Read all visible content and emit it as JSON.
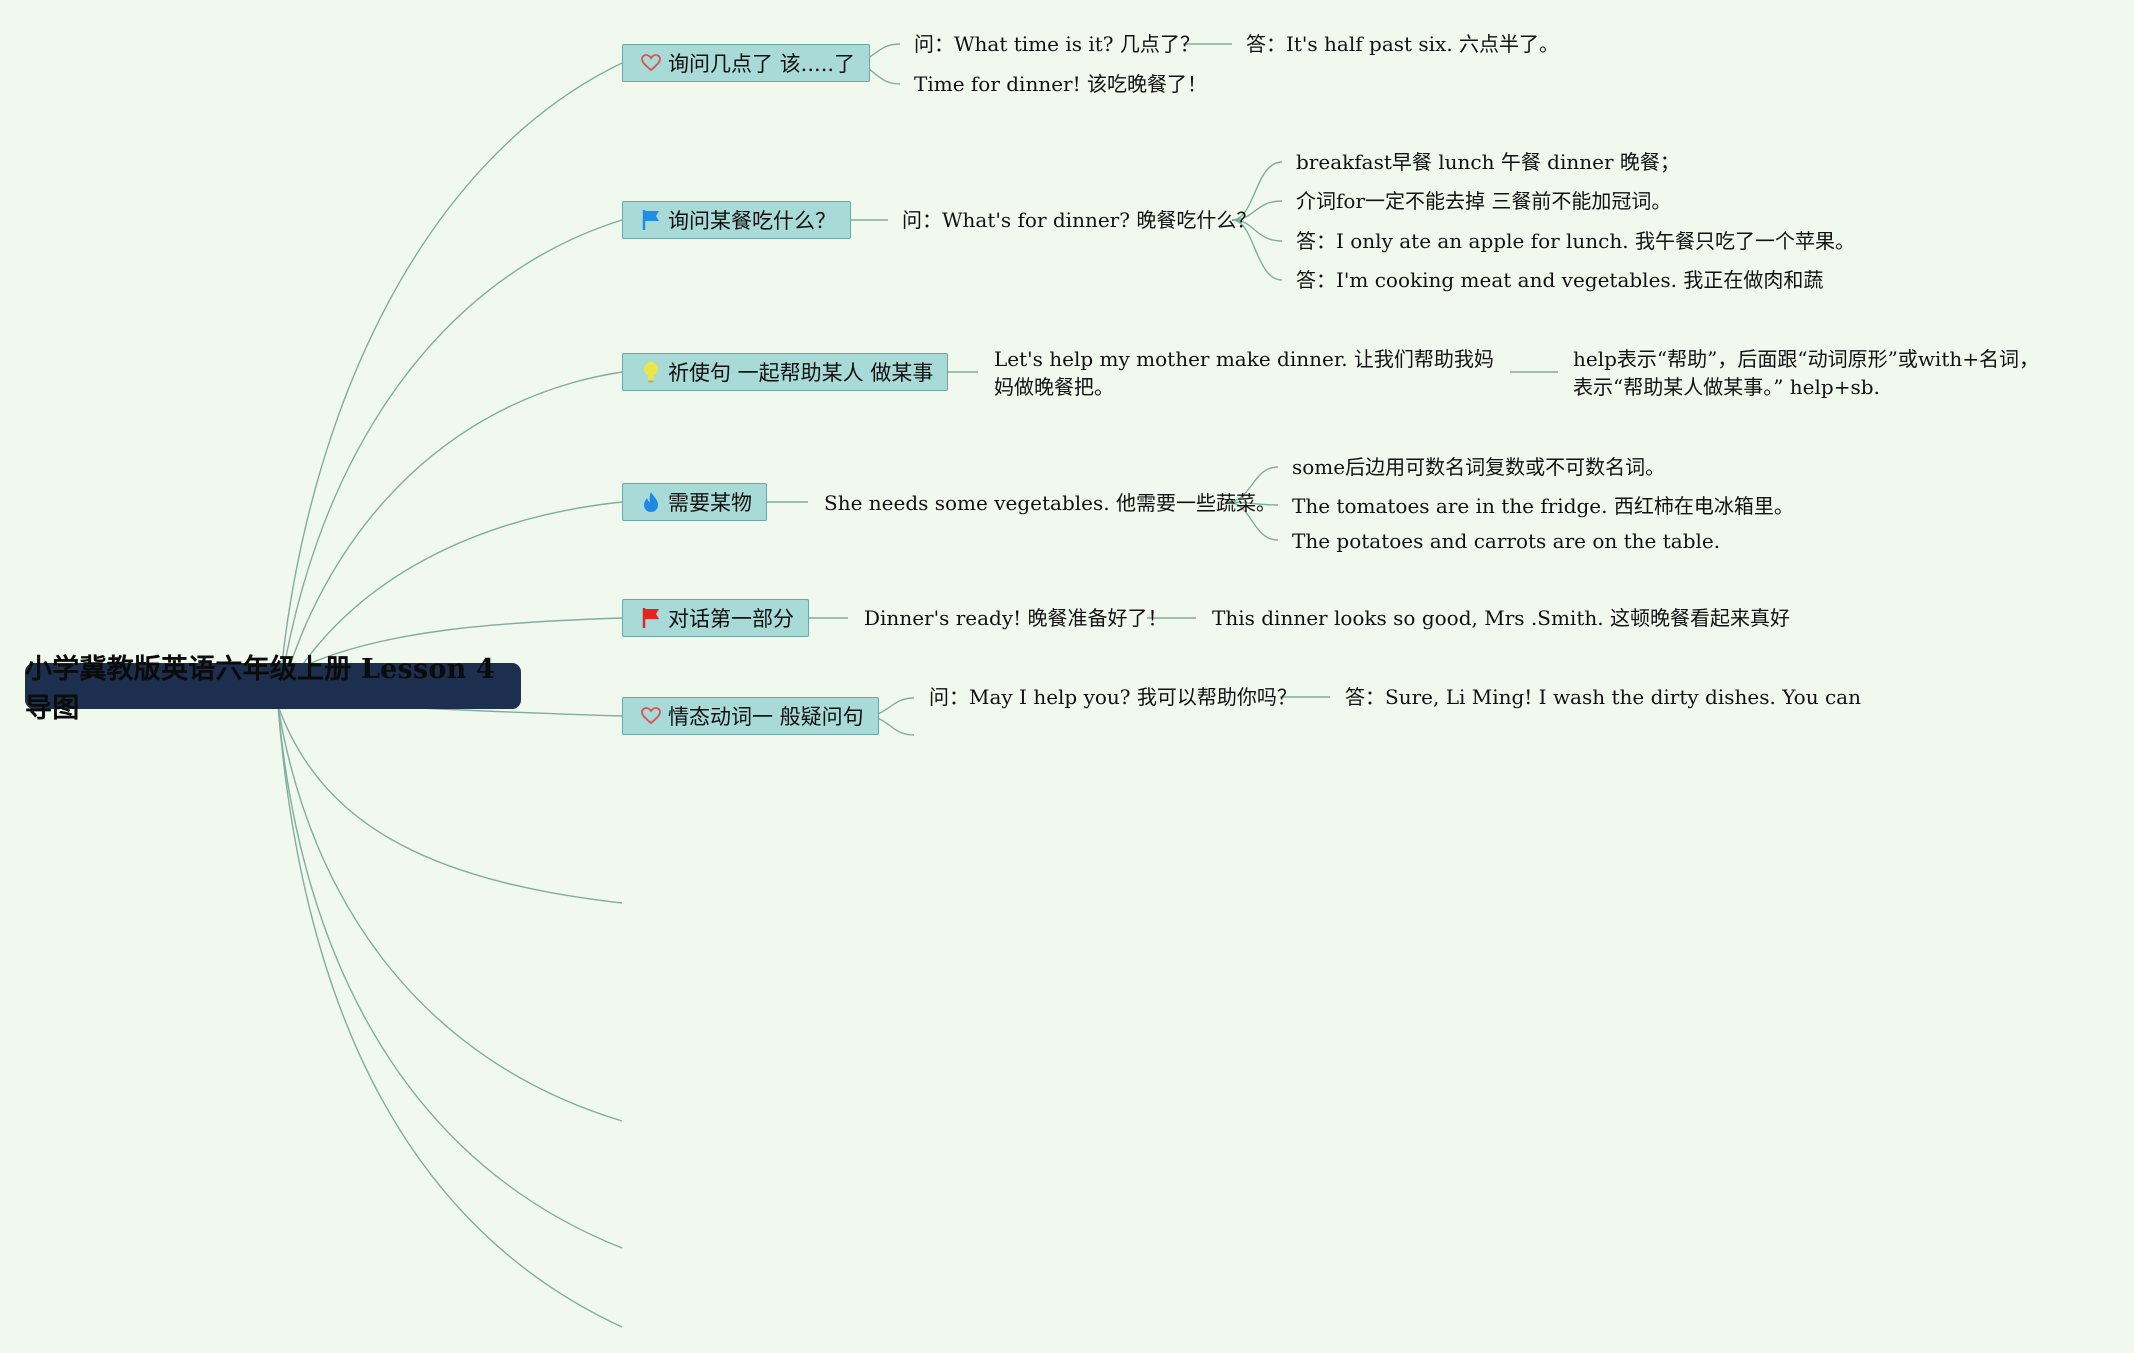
{
  "root": {
    "title": "小学冀教版英语六年级上册 Lesson 4导图"
  },
  "topics": [
    {
      "label": "询问几点了 该.....了",
      "icon": "heart-outline-icon"
    },
    {
      "label": "询问某餐吃什么？",
      "icon": "blue-flag-icon"
    },
    {
      "label": "祈使句 一起帮助某人 做某事",
      "icon": "yellow-lightbulb-icon"
    },
    {
      "label": "需要某物",
      "icon": "blue-flame-icon"
    },
    {
      "label": "对话第一部分",
      "icon": "red-flag-icon"
    },
    {
      "label": "情态动词一 般疑问句",
      "icon": "heart-outline-icon"
    }
  ],
  "details": {
    "t1_q": "问：What time is it? 几点了？",
    "t1_a": "答：It's half past six. 六点半了。",
    "t1_b": "Time for dinner! 该吃晚餐了！",
    "t2_q": "问：What's for dinner? 晚餐吃什么？",
    "t2_n1": "breakfast早餐 lunch 午餐 dinner 晚餐；",
    "t2_n2": "介词for一定不能去掉 三餐前不能加冠词。",
    "t2_n3": "答：I only ate an apple for lunch. 我午餐只吃了一个苹果。",
    "t2_n4": "答：I'm cooking meat and vegetables. 我正在做肉和蔬",
    "t3_s": "Let's help my mother make dinner. 让我们帮助我妈妈做晚餐把。",
    "t3_n": "help表示“帮助”，后面跟“动词原形”或with+名词，表示“帮助某人做某事。” help+sb.",
    "t4_s": "She needs some vegetables. 他需要一些蔬菜。",
    "t4_n1": "some后边用可数名词复数或不可数名词。",
    "t4_n2": "The tomatoes are in the fridge. 西红柿在电冰箱里。",
    "t4_n3": "The potatoes and carrots are on the table.",
    "t5_s": "Dinner's ready! 晚餐准备好了！",
    "t5_n": "This dinner looks so good, Mrs .Smith. 这顿晚餐看起来真好",
    "t6_q": "问：May I help you? 我可以帮助你吗？",
    "t6_a": "答：Sure, Li Ming! I wash the dirty dishes. You can"
  },
  "colors": {
    "background": "#f1f9ee",
    "root_fill": "#1c2f4e",
    "topic_fill": "#a8dad7",
    "connector": "#7fae9c",
    "heart": "#d9534f",
    "blue_flag": "#1f8ee6",
    "red_flag": "#e8231d",
    "bulb": "#e9e54a",
    "flame": "#1e88e5"
  }
}
